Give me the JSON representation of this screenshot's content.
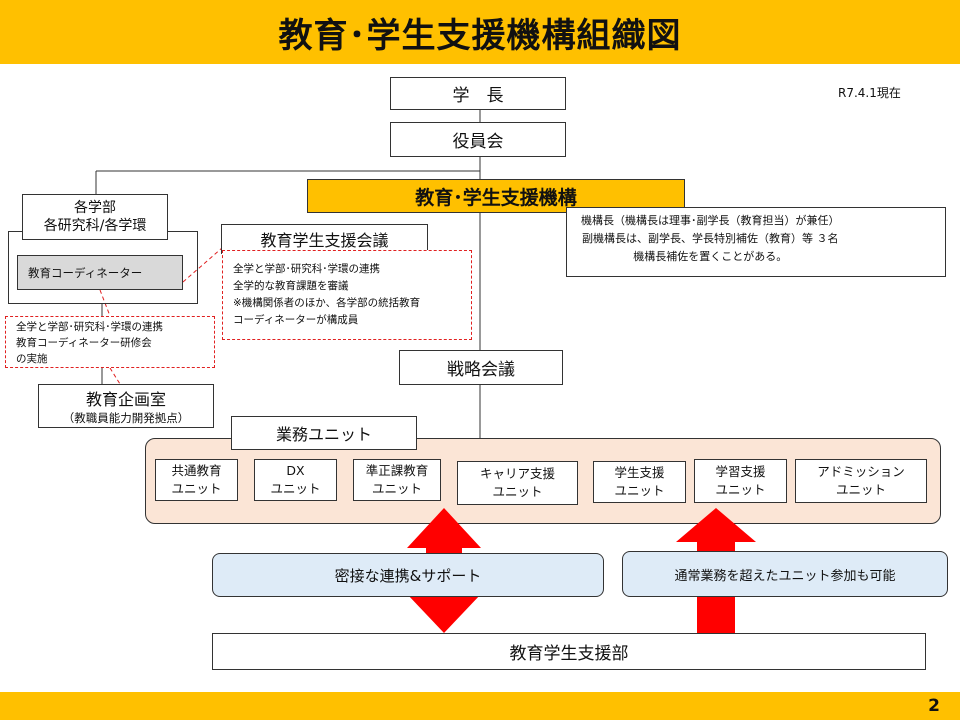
{
  "header": {
    "title": "教育･学生支援機構組織図"
  },
  "date": "R7.4.1現在",
  "page_number": "2",
  "president": "学　長",
  "board": "役員会",
  "organization": "教育･学生支援機構",
  "org_note": "機構長（機構長は理事･副学長（教育担当）が兼任）\n副機構長は、副学長、学長特別補佐（教育）等 ３名\n機構長補佐を置くことがある。",
  "faculties": {
    "title": "各学部\n各研究科/各学環",
    "coordinator": "教育コーディネーター",
    "coordinator_note": "全学と学部･研究科･学環の連携\n  教育コーディネーター研修会\nの実施"
  },
  "council": {
    "title": "教育学生支援会議",
    "note": "全学と学部･研究科･学環の連携\n  全学的な教育課題を審議\n※機構関係者のほか、各学部の統括教育\nコーディネーターが構成員"
  },
  "strategy": "戦略会議",
  "planning_office": {
    "title": "教育企画室",
    "subtitle": "（教職員能力開発拠点）"
  },
  "units_label": "業務ユニット",
  "units": [
    "共通教育\nユニット",
    "DX\nユニット",
    "準正課教育\nユニット",
    "キャリア支援\nユニット",
    "学生支援\nユニット",
    "学習支援\nユニット",
    "アドミッション\nユニット"
  ],
  "cooperation": "密接な連携&サポート",
  "participation": "通常業務を超えたユニット参加も可能",
  "support_dept": "教育学生支援部",
  "colors": {
    "header": "#ffc000",
    "organization": "#ffc000",
    "units_panel": "#fbe5d6",
    "callout": "#deebf7",
    "arrow": "#ff0000",
    "coordinator": "#d9d9d9"
  }
}
